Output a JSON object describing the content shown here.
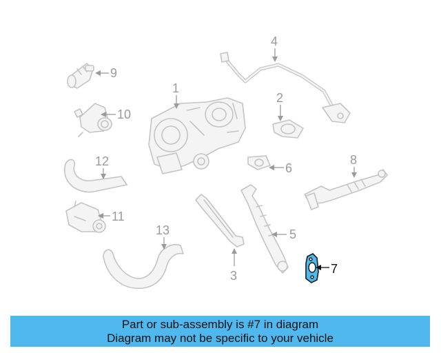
{
  "diagram": {
    "highlighted_part": "7",
    "callouts": {
      "c1": "1",
      "c2": "2",
      "c3": "3",
      "c4": "4",
      "c5": "5",
      "c6": "6",
      "c7": "7",
      "c8": "8",
      "c9": "9",
      "c10": "10",
      "c11": "11",
      "c12": "12",
      "c13": "13"
    },
    "colors": {
      "highlight": "#4fb8ee",
      "part_stroke": "#c4c4c4",
      "callout": "#9a9a9a"
    }
  },
  "banner": {
    "line1": "Part or sub-assembly is #7 in diagram",
    "line2": "Diagram may not be specific to your vehicle"
  }
}
